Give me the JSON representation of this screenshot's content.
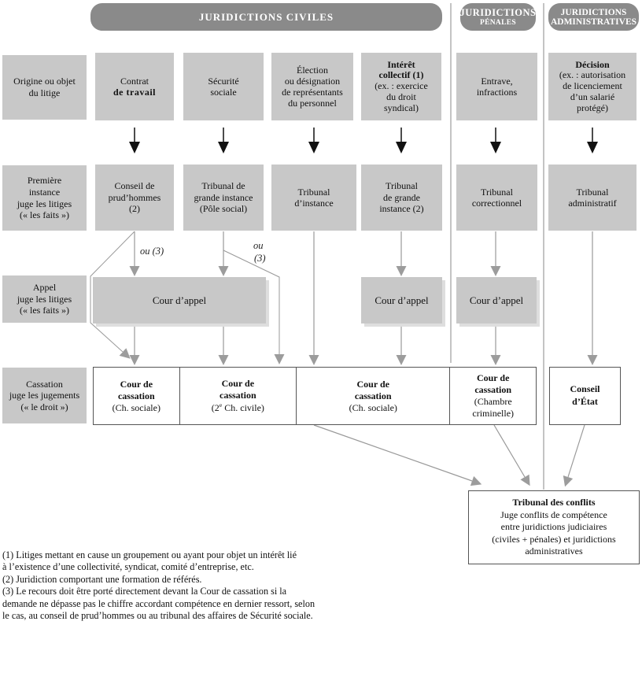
{
  "headers": {
    "civil": "JURIDICTIONS CIVILES",
    "penal": [
      "JURIDICTIONS",
      "PÉNALES"
    ],
    "admin": [
      "JURIDICTIONS",
      "ADMINISTRATIVES"
    ]
  },
  "row_labels": {
    "origin": "Origine ou objet\ndu litige",
    "first_instance": "Première\ninstance\njuge les litiges\n(« les faits »)",
    "appeal": "Appel\njuge les litiges\n(« les faits »)",
    "cassation": "Cassation\njuge les jugements\n(« le droit »)"
  },
  "origin_boxes": {
    "contrat_l1": "Contrat",
    "contrat_l2": "de travail",
    "securite": "Sécurité\nsociale",
    "election": "Élection\nou désignation\nde représentants\ndu personnel",
    "interet_main": "Intérêt\ncollectif (1)",
    "interet_sub": "(ex. : exercice\ndu droit\nsyndical)",
    "entrave": "Entrave,\ninfractions",
    "decision_main": "Décision",
    "decision_sub": "(ex. : autorisation\nde licenciement\nd’un salarié\nprotégé)"
  },
  "first_instance": {
    "prudhommes": "Conseil de\nprud’hommes\n(2)",
    "tgi_social": "Tribunal de\ngrande instance\n(Pôle social)",
    "instance": "Tribunal\nd’instance",
    "tgi2": "Tribunal\nde grande\ninstance (2)",
    "correctionnel": "Tribunal\ncorrectionnel",
    "administratif": "Tribunal\nadministratif"
  },
  "appeal": {
    "cour_appel": "Cour d’appel"
  },
  "cassation": {
    "c1_main": "Cour de\ncassation",
    "c1_sub": "(Ch. sociale)",
    "c2_main": "Cour de\ncassation",
    "c2_sub_pre": "(2",
    "c2_sub_sup": "e",
    "c2_sub_post": " Ch. civile)",
    "c3_main": "Cour de\ncassation",
    "c3_sub": "(Ch. sociale)",
    "c4_main": "Cour de\ncassation",
    "c4_sub": "(Chambre\ncriminelle)",
    "conseil_etat": "Conseil\nd’État"
  },
  "conflicts": {
    "title": "Tribunal des conflits",
    "body": "Juge conflits de compétence\nentre juridictions judiciaires\n(civiles + pénales) et juridictions\nadministratives"
  },
  "connector_labels": {
    "ou3_left": "ou (3)",
    "ou_right": "ou",
    "three_right": "(3)"
  },
  "footnotes": "(1) Litiges mettant en cause un groupement ou ayant pour objet un intérêt lié\nà l’existence d’une collectivité, syndicat, comité d’entreprise, etc.\n(2) Juridiction comportant une formation de référés.\n(3) Le recours doit être porté directement devant la Cour de cassation si la\ndemande ne dépasse pas le chiffre accordant compétence en dernier ressort, selon\nle cas, au conseil de prud’hommes ou au tribunal des affaires de Sécurité sociale.",
  "colors": {
    "box_gray": "#c8c8c8",
    "header_gray": "#8a8a8a",
    "arrow_gray": "#9c9c9c",
    "arrow_black": "#111111",
    "border": "#555555"
  }
}
